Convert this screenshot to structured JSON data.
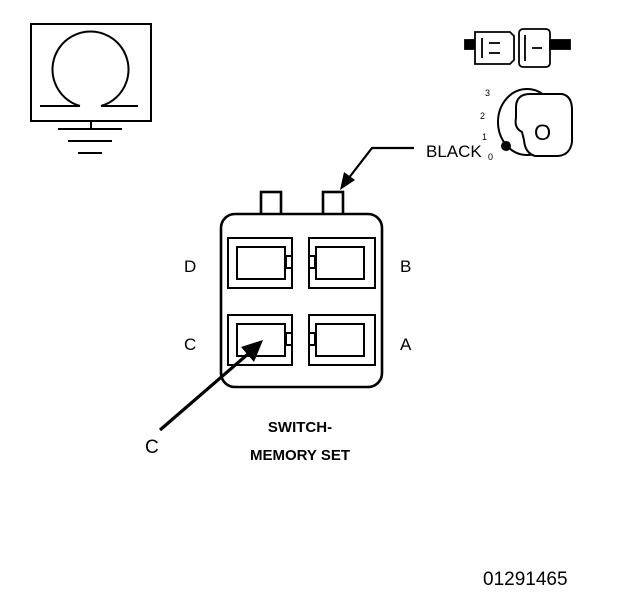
{
  "connector": {
    "title_line1": "SWITCH-",
    "title_line2": "MEMORY SET",
    "wire_color_label": "BLACK",
    "cavity_labels": {
      "a": "A",
      "b": "B",
      "c": "C",
      "d": "D"
    },
    "callout_label": "C"
  },
  "ignition_key": {
    "key_letter": "O",
    "positions": [
      "3",
      "2",
      "1",
      "0"
    ]
  },
  "figure_number": "01291465"
}
